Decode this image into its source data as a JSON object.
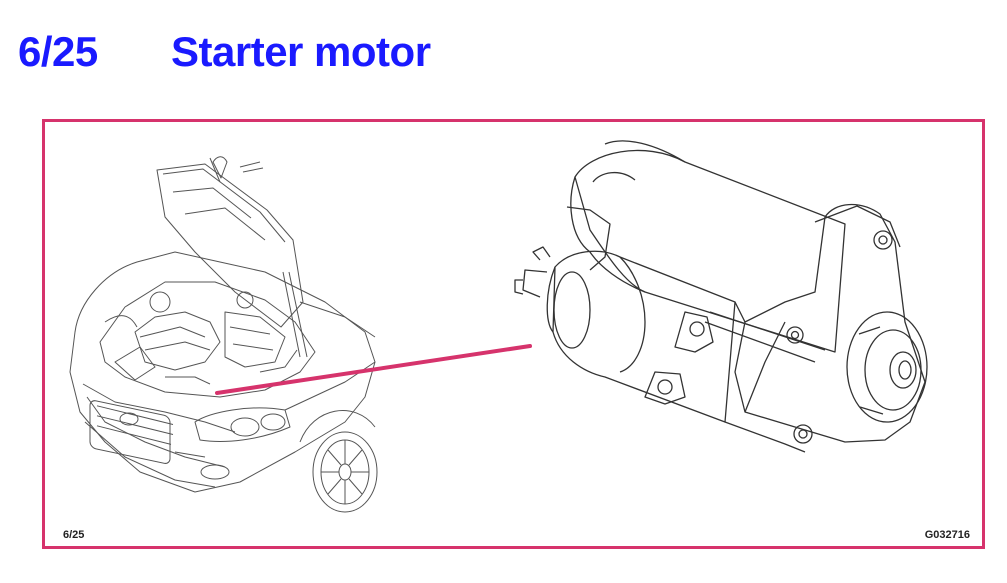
{
  "page": {
    "number": "6/25",
    "title": "Starter motor"
  },
  "figure": {
    "left_caption": "6/25",
    "figure_id": "G032716",
    "colors": {
      "heading": "#1a1aff",
      "frame": "#d6336c",
      "pointer": "#d6336c",
      "line_art": "#333333"
    },
    "icons": [
      "car-illustration",
      "starter-motor-illustration",
      "leader-line"
    ]
  }
}
